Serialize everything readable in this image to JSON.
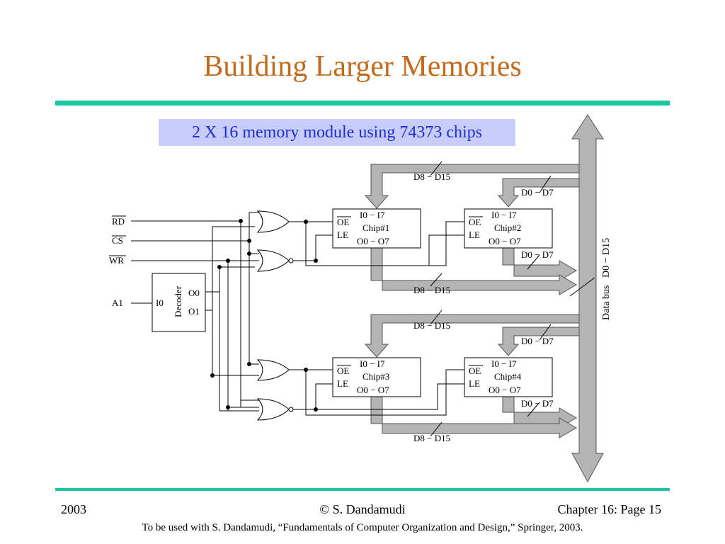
{
  "slide": {
    "title": "Building Larger Memories",
    "subtitle": "2 X 16 memory module using 74373 chips",
    "footer_year": "2003",
    "footer_author": "© S. Dandamudi",
    "footer_page": "Chapter 16: Page 15",
    "footer_note": "To be used with S. Dandamudi, “Fundamentals of Computer Organization and Design,” Springer, 2003."
  },
  "diagram": {
    "signals": {
      "rd": "RD",
      "cs": "CS",
      "wr": "WR",
      "a1": "A1"
    },
    "decoder": {
      "label": "Decoder",
      "input": "I0",
      "out0": "O0",
      "out1": "O1"
    },
    "chips": [
      {
        "name": "Chip#1",
        "oe": "OE",
        "le": "LE",
        "in": "I0 − I7",
        "out": "O0 − O7"
      },
      {
        "name": "Chip#2",
        "oe": "OE",
        "le": "LE",
        "in": "I0 − I7",
        "out": "O0 − O7"
      },
      {
        "name": "Chip#3",
        "oe": "OE",
        "le": "LE",
        "in": "I0 − I7",
        "out": "O0 − O7"
      },
      {
        "name": "Chip#4",
        "oe": "OE",
        "le": "LE",
        "in": "I0 − I7",
        "out": "O0 − O7"
      }
    ],
    "bus_labels": {
      "hi": "D8 − D15",
      "lo": "D0 − D7",
      "data_bus": "Data bus",
      "data_bus_range": "D0 − D15"
    }
  },
  "colors": {
    "title": "#c46a1c",
    "rule": "#19c8a0",
    "subtitle_bg": "#c8ccfa",
    "subtitle_text": "#1d2bd8",
    "bus_fill": "#b4b4b4"
  }
}
